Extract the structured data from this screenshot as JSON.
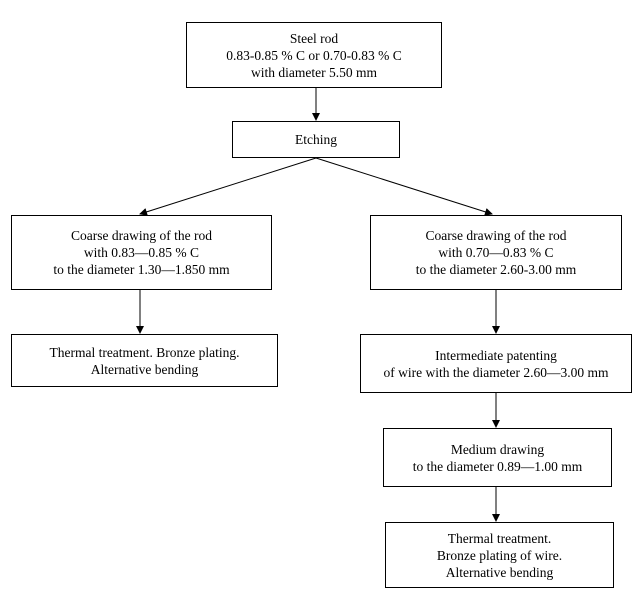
{
  "nodes": {
    "steel_rod": {
      "lines": [
        "Steel rod",
        "0.83-0.85 % C  or  0.70-0.83 % C",
        "with diameter  5.50 mm"
      ]
    },
    "etching": {
      "lines": [
        "Etching"
      ]
    },
    "coarse_left": {
      "lines": [
        "Coarse drawing of the rod",
        "with  0.83—0.85 % C",
        "to the diameter 1.30—1.850 mm"
      ]
    },
    "coarse_right": {
      "lines": [
        "Coarse drawing of the rod",
        "with 0.70—0.83 % C",
        "to the diameter 2.60-3.00 mm"
      ]
    },
    "thermal_left": {
      "lines": [
        "Thermal treatment. Bronze plating.",
        "Alternative bending"
      ]
    },
    "patenting": {
      "lines": [
        "Intermediate patenting",
        "of wire with the diameter 2.60—3.00 mm"
      ]
    },
    "medium_drawing": {
      "lines": [
        "Medium drawing",
        "to the diameter  0.89—1.00  mm"
      ]
    },
    "thermal_right": {
      "lines": [
        "Thermal treatment.",
        "Bronze plating of wire.",
        "Alternative bending"
      ]
    }
  }
}
